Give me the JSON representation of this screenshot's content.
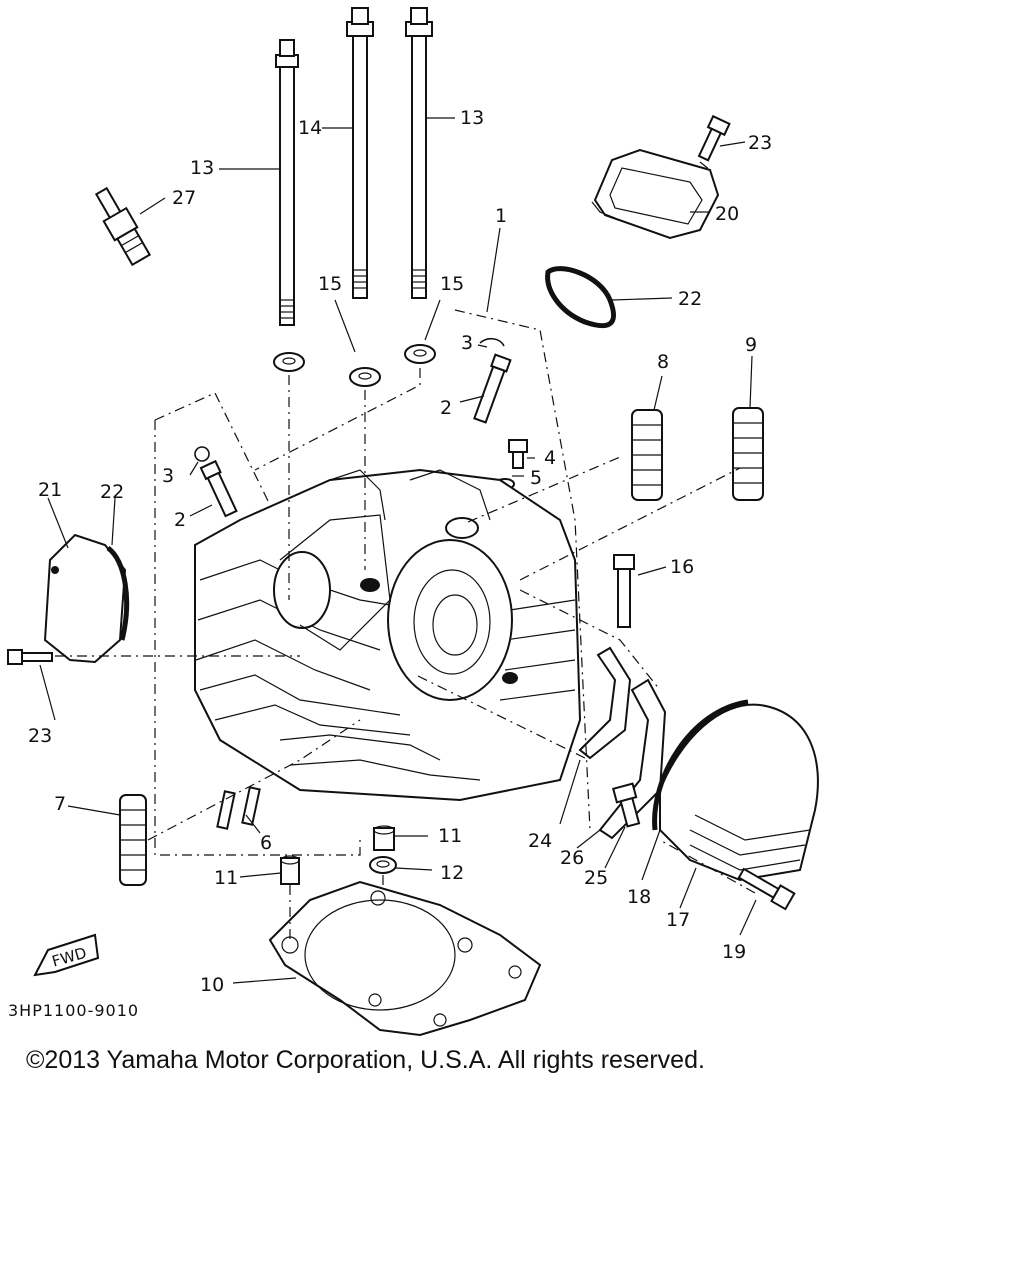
{
  "diagram": {
    "callouts": {
      "c1": "1",
      "c2a": "2",
      "c2b": "2",
      "c3a": "3",
      "c3b": "3",
      "c4": "4",
      "c5": "5",
      "c6": "6",
      "c7": "7",
      "c8": "8",
      "c9": "9",
      "c10": "10",
      "c11a": "11",
      "c11b": "11",
      "c12": "12",
      "c13a": "13",
      "c13b": "13",
      "c14": "14",
      "c15a": "15",
      "c15b": "15",
      "c16": "16",
      "c17": "17",
      "c18": "18",
      "c19": "19",
      "c20": "20",
      "c21": "21",
      "c22a": "22",
      "c22b": "22",
      "c23a": "23",
      "c23b": "23",
      "c24": "24",
      "c25": "25",
      "c26": "26",
      "c27": "27"
    },
    "fwd_label": "FWD",
    "drawing_code": "3HP1100-9010"
  },
  "footer": {
    "copyright": "©2013 Yamaha Motor Corporation, U.S.A. All rights reserved."
  }
}
